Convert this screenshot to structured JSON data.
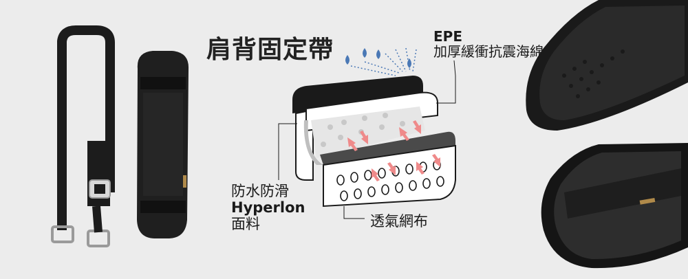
{
  "title": "肩背固定帶",
  "epe": {
    "code": "EPE",
    "desc": "加厚緩衝抗震海綿"
  },
  "outer_fabric": {
    "line1": "防水防滑",
    "line2": "Hyperlon",
    "line3": "面料"
  },
  "mesh": "透氣網布",
  "colors": {
    "background": "#ececec",
    "strap": "#1a1a1a",
    "accent_arrow": "#ef8a8a",
    "water_drop": "#4a78b5"
  },
  "icons": [
    "water-drop-icon",
    "arrow-icon"
  ]
}
